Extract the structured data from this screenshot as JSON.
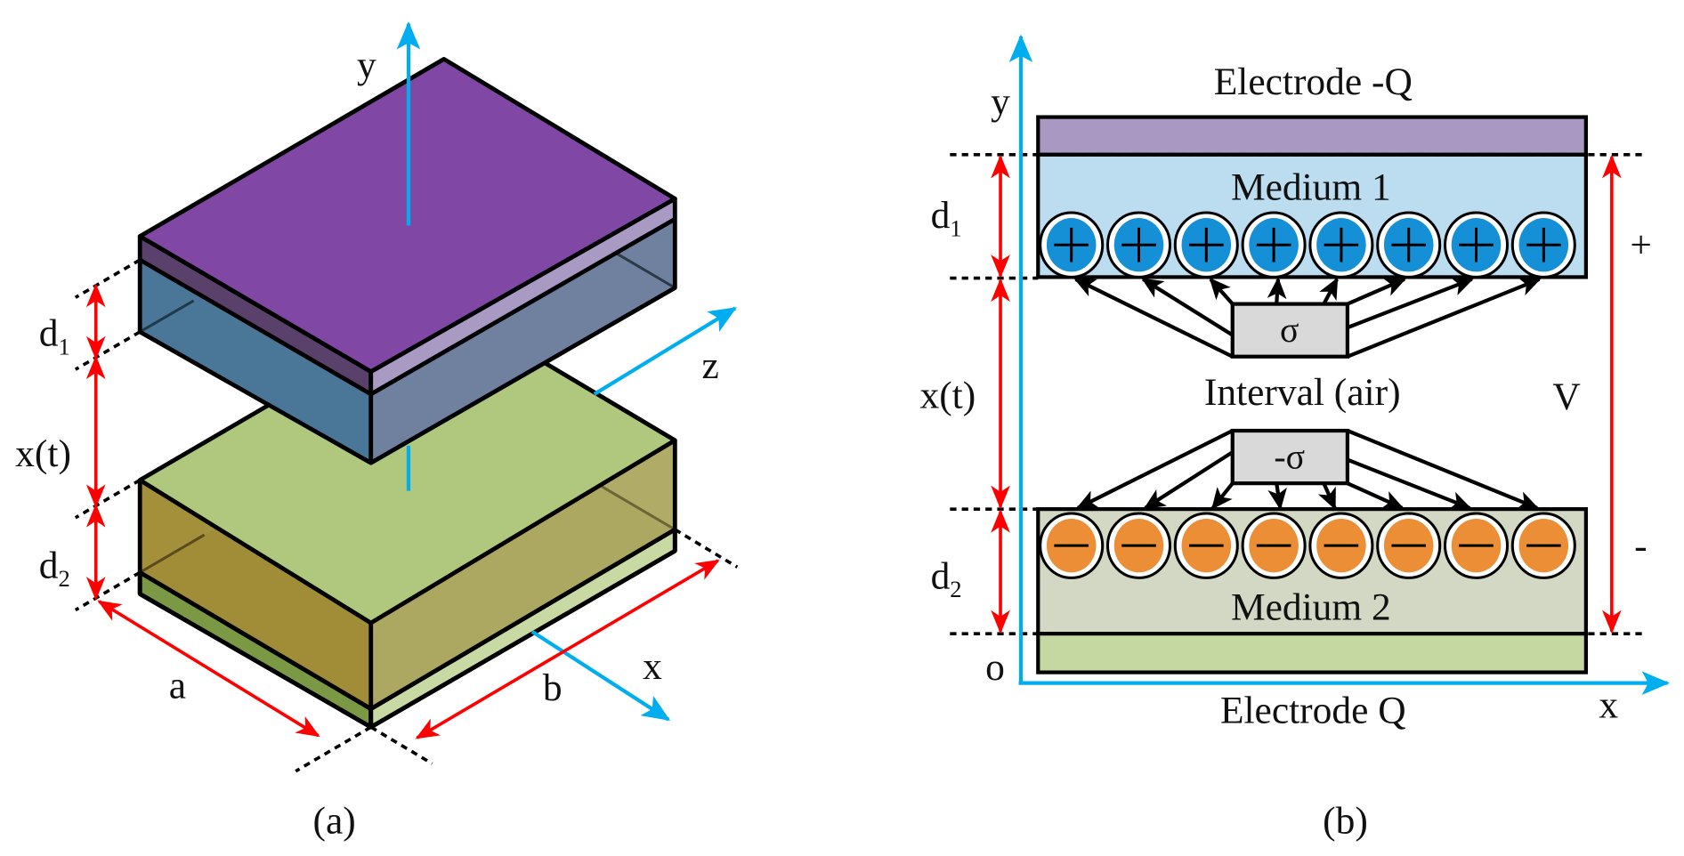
{
  "figure": {
    "panel_a": {
      "caption": "(a)",
      "axis_labels": {
        "y": "y",
        "z": "z",
        "x": "x"
      },
      "dimension_labels": {
        "d1": {
          "base": "d",
          "sub": "1"
        },
        "xt": "x(t)",
        "d2": {
          "base": "d",
          "sub": "2"
        },
        "a": "a",
        "b": "b"
      }
    },
    "panel_b": {
      "caption": "(b)",
      "top_electrode": "Electrode -Q",
      "bottom_electrode": "Electrode Q",
      "medium1": "Medium 1",
      "medium2": "Medium 2",
      "interval": "Interval (air)",
      "sigma_pos": "σ",
      "sigma_neg": "-σ",
      "axis_labels": {
        "y": "y",
        "x": "x",
        "origin": "o"
      },
      "dimension_labels": {
        "d1": {
          "base": "d",
          "sub": "1"
        },
        "xt": "x(t)",
        "d2": {
          "base": "d",
          "sub": "2"
        },
        "voltage": "V",
        "plus": "+",
        "minus": "-"
      },
      "positive_charge_count": 8,
      "negative_charge_count": 8
    },
    "colors": {
      "top_electrode": "#8048A4",
      "top_electrode_side_left": "#59416B",
      "top_electrode_side_right": "#A99AC4",
      "medium1_left": "#4A7698",
      "medium1_right": "#6F819E",
      "medium1_inner_left": "#8EC3D4",
      "medium1_inner_right": "#C6E4EE",
      "bottom_top_face": "#AFC87E",
      "medium2_left": "#A08B37",
      "medium2_right": "#ACA863",
      "medium2_inner_left": "#E3CF8C",
      "medium2_inner_right": "#FDF0C6",
      "bottom_electrode_left": "#7B9844",
      "bottom_electrode_right": "#C8D9A4",
      "b_electrode_top": "#A898C2",
      "b_medium1": "#BCDCEF",
      "b_medium2": "#D3D8C5",
      "b_electrode_bottom": "#C6D8A2",
      "positive_charge": "#1590D6",
      "negative_charge": "#EC8E35",
      "sigma_box": "#D9D9D9",
      "axis": "#00AEEF",
      "dimension": "#FF0000"
    }
  }
}
